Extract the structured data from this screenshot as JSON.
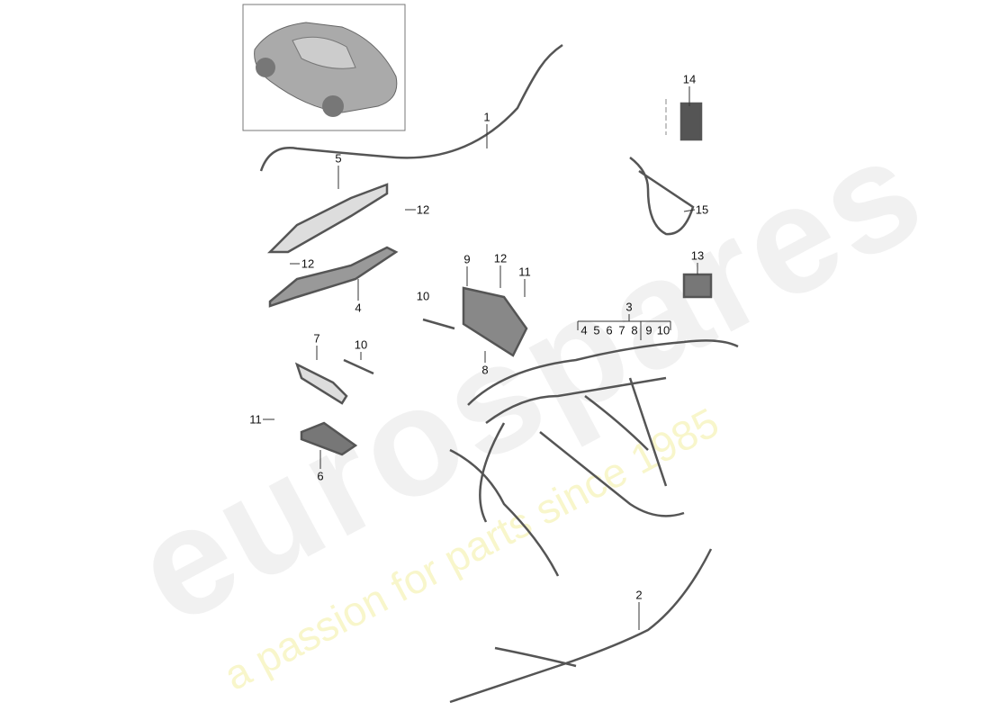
{
  "watermark": {
    "brand": "eurospares",
    "tagline": "a passion for parts since 1985"
  },
  "thumbnail": {
    "subject": "car-rear-three-quarter-view"
  },
  "callouts": [
    {
      "id": "c1",
      "text": "1"
    },
    {
      "id": "c2",
      "text": "2"
    },
    {
      "id": "c3",
      "text": "3"
    },
    {
      "id": "c4",
      "text": "4"
    },
    {
      "id": "c5",
      "text": "5"
    },
    {
      "id": "c6",
      "text": "6"
    },
    {
      "id": "c7",
      "text": "7"
    },
    {
      "id": "c8",
      "text": "8"
    },
    {
      "id": "c9",
      "text": "9"
    },
    {
      "id": "c10a",
      "text": "10"
    },
    {
      "id": "c10b",
      "text": "10"
    },
    {
      "id": "c11a",
      "text": "11"
    },
    {
      "id": "c11b",
      "text": "11"
    },
    {
      "id": "c12a",
      "text": "12"
    },
    {
      "id": "c12b",
      "text": "12"
    },
    {
      "id": "c12c",
      "text": "12"
    },
    {
      "id": "c13",
      "text": "13"
    },
    {
      "id": "c14",
      "text": "14"
    },
    {
      "id": "c15",
      "text": "15"
    }
  ],
  "group3_subparts": [
    "4",
    "5",
    "6",
    "7",
    "8",
    "9",
    "10"
  ]
}
